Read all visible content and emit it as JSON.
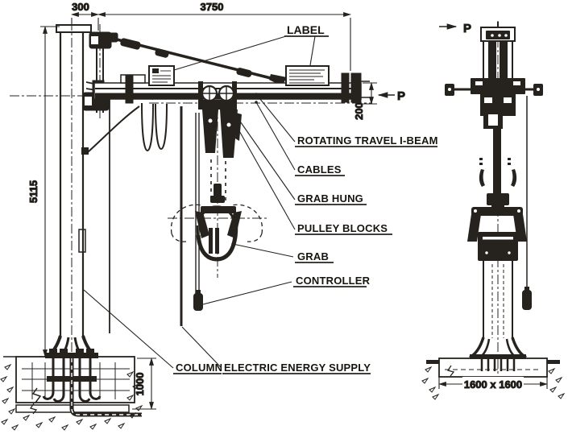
{
  "drawing": {
    "ink_color": "#26231f",
    "paper_color": "#ffffff",
    "section_marker": "P",
    "dimensions": {
      "offset_300": "300",
      "jib_3750": "3750",
      "height_5115": "5115",
      "end_200": "200",
      "foundation_1000": "1000",
      "base_1600": "1600 x 1600"
    },
    "callouts": {
      "label": "LABEL",
      "rotating_beam": "ROTATING TRAVEL I-BEAM",
      "cables": "CABLES",
      "grab_hung": "GRAB HUNG",
      "pulley_blocks": "PULLEY BLOCKS",
      "grab": "GRAB",
      "controller": "CONTROLLER",
      "column": "COLUMN",
      "electric_supply": "ELECTRIC ENERGY SUPPLY"
    }
  }
}
